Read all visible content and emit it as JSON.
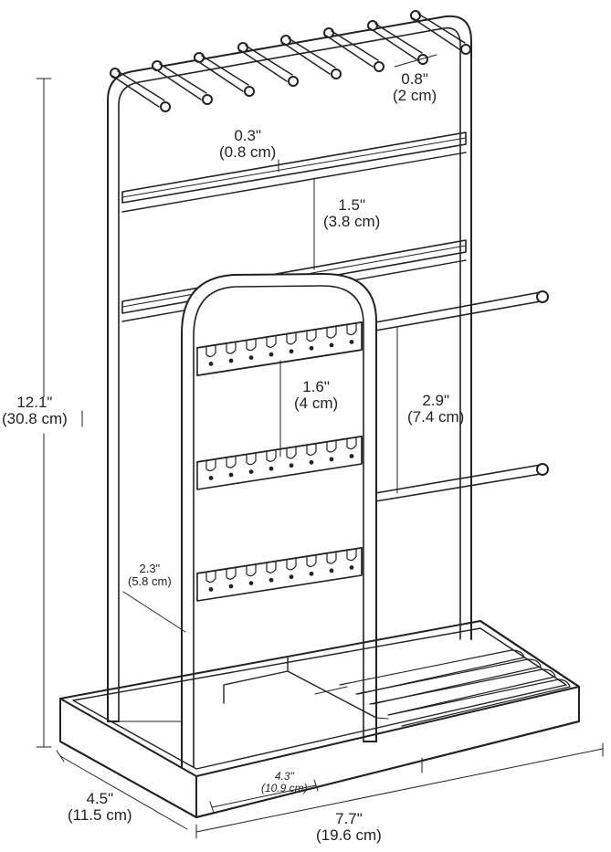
{
  "diagram": {
    "stroke_color": "#222222",
    "background": "#ffffff",
    "dimensions": {
      "hook_spacing": {
        "imperial": "0.8\"",
        "metric": "(2 cm)"
      },
      "bar_width": {
        "imperial": "0.3\"",
        "metric": "(0.8 cm)"
      },
      "bar_gap": {
        "imperial": "1.5\"",
        "metric": "(3.8 cm)"
      },
      "earring_row_gap": {
        "imperial": "1.6\"",
        "metric": "(4 cm)"
      },
      "rod_gap": {
        "imperial": "2.9\"",
        "metric": "(7.4 cm)"
      },
      "total_height": {
        "imperial": "12.1\"",
        "metric": "(30.8 cm)"
      },
      "inner_frame_offset": {
        "imperial": "2.3\"",
        "metric": "(5.8 cm)"
      },
      "compartment_width": {
        "imperial": "4.3\"",
        "metric": "(10.9 cm)"
      },
      "depth": {
        "imperial": "4.5\"",
        "metric": "(11.5 cm)"
      },
      "width": {
        "imperial": "7.7\"",
        "metric": "(19.6 cm)"
      }
    }
  }
}
